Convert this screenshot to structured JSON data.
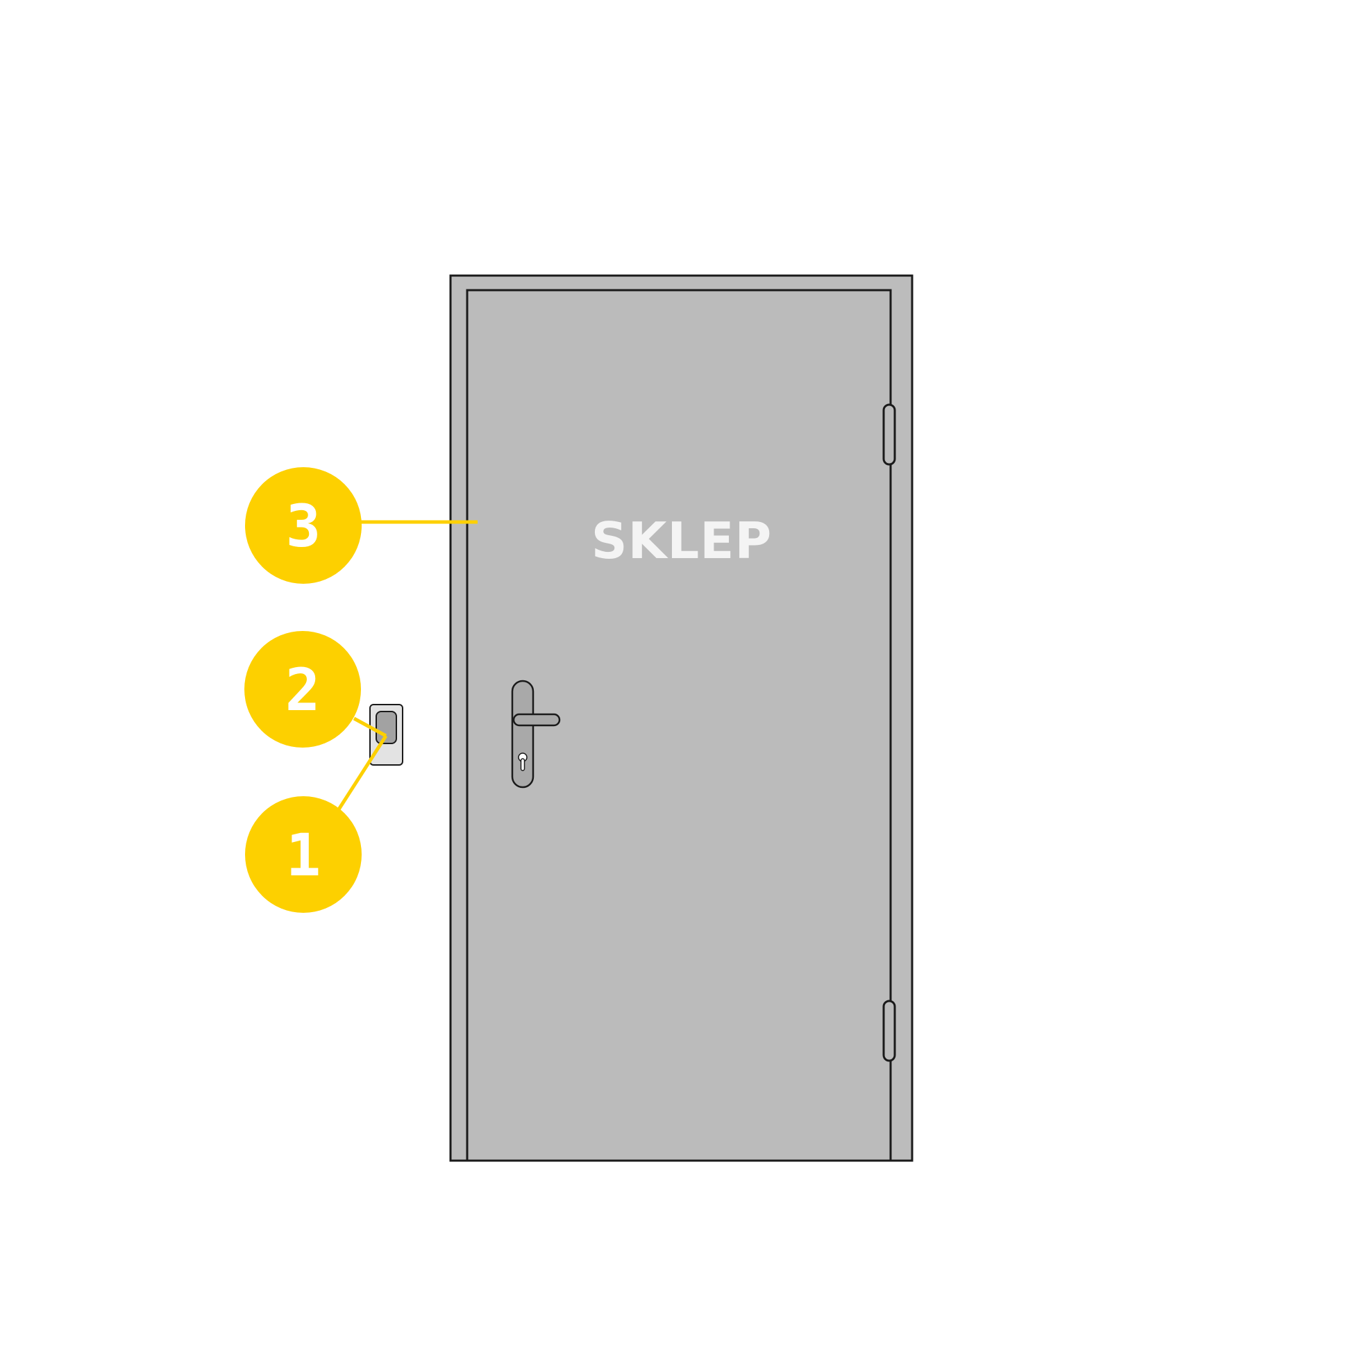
{
  "door": {
    "sign_text": "SKLEP"
  },
  "markers": [
    {
      "number": "3",
      "target": "door-leaf"
    },
    {
      "number": "2",
      "target": "switch-button"
    },
    {
      "number": "1",
      "target": "switch-plate"
    }
  ],
  "colors": {
    "background": "#ffffff",
    "frame": "#bcbcbc",
    "door_leaf": "#bbbbbb",
    "outline": "#1a1a1a",
    "sign_text": "#f4f4f4",
    "handle": "#a9a9a9",
    "switch_plate": "#e3e3e3",
    "switch_button": "#a2a2a2",
    "marker_fill": "#fdd000",
    "marker_text": "#ffffff",
    "leader_line": "#fdd000"
  }
}
